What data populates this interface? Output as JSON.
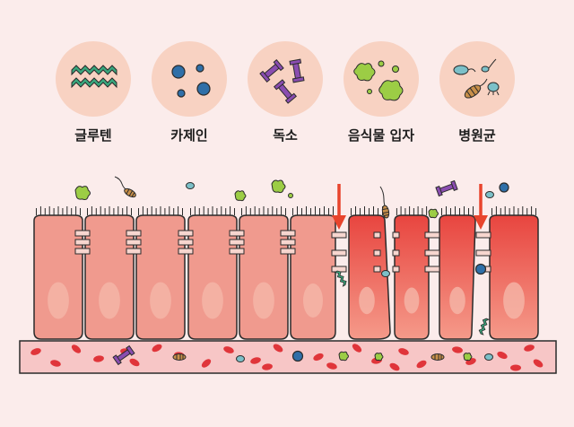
{
  "legend": [
    {
      "id": "gluten",
      "label": "글루텐",
      "icon": "gluten-strands-icon",
      "color": "#3aa77d"
    },
    {
      "id": "casein",
      "label": "카제인",
      "icon": "casein-particles-icon",
      "color": "#2f6fa8"
    },
    {
      "id": "toxin",
      "label": "독소",
      "icon": "toxin-molecules-icon",
      "color": "#8a4db0"
    },
    {
      "id": "food",
      "label": "음식물 입자",
      "icon": "food-particles-icon",
      "color": "#9ccd45"
    },
    {
      "id": "pathogen",
      "label": "병원균",
      "icon": "pathogen-bacteria-icon",
      "color": "#b07a2f"
    }
  ],
  "colors": {
    "background": "#fbeceb",
    "legend_circle": "#f8d2c2",
    "cell_healthy": "#f09a8e",
    "cell_inflamed": "#e8544a",
    "cell_outline": "#2b2b2b",
    "nucleus": "#f5b7a9",
    "blood_vessel": "#f7c6c6",
    "blood_cell": "#e0353a",
    "arrow": "#e8442c",
    "tight_junction": "#f7d6cf"
  },
  "epithelium": {
    "cell_count": 10,
    "inflamed_cells": [
      6,
      7,
      8,
      9
    ],
    "leaky_gaps": [
      6,
      9
    ]
  }
}
